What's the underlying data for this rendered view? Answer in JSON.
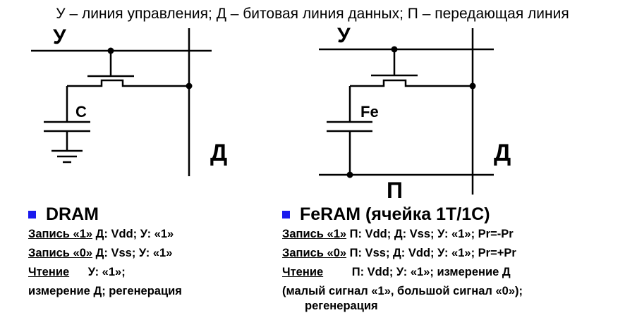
{
  "header": "У – линия управления; Д – битовая линия данных; П – передающая линия",
  "dram": {
    "labels": {
      "control": "У",
      "data": "Д",
      "capacitor": "C"
    },
    "title": "DRAM",
    "write1": {
      "op": "Запись «1»",
      "rest": "Д: Vdd; У: «1»"
    },
    "write0": {
      "op": "Запись «0»",
      "rest": "Д: Vss; У: «1»"
    },
    "read": {
      "op": "Чтение",
      "rest": "У: «1»;"
    },
    "read_cont": "измерение Д;  регенерация"
  },
  "feram": {
    "labels": {
      "control": "У",
      "data": "Д",
      "plate": "П",
      "capacitor": "Fe"
    },
    "title": "FeRAM (ячейка 1T/1C)",
    "write1": {
      "op": "Запись «1»",
      "rest": "П: Vdd; Д: Vss; У: «1»; Pr=-Pr"
    },
    "write0": {
      "op": "Запись «0»",
      "rest": "П: Vss; Д: Vdd; У: «1»; Pr=+Pr"
    },
    "read": {
      "op": "Чтение",
      "rest": "П: Vdd; У: «1»;  измерение Д"
    },
    "read_cont1": "(малый сигнал «1», большой сигнал «0»);",
    "read_cont2": "регенерация"
  },
  "colors": {
    "bullet": "#1a1aee",
    "lines": "#000000"
  }
}
